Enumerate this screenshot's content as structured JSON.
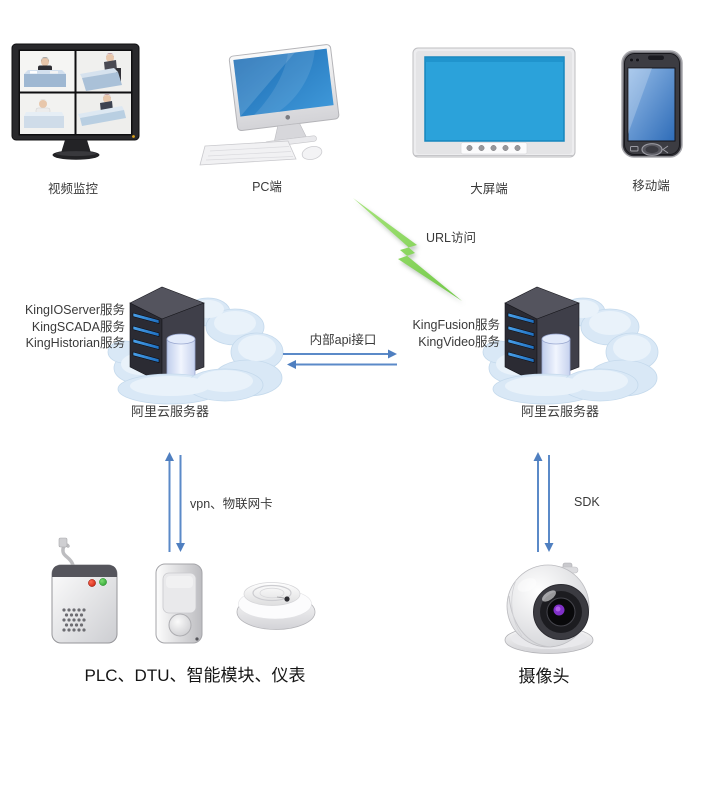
{
  "diagram": {
    "terminals": {
      "video_monitor": {
        "label": "视频监控"
      },
      "pc": {
        "label": "PC端"
      },
      "big_screen": {
        "label": "大屏端"
      },
      "mobile": {
        "label": "移动端"
      }
    },
    "links": {
      "url_access": {
        "label": "URL访问"
      },
      "internal_api": {
        "label": "内部api接口"
      },
      "vpn_iot": {
        "label": "vpn、物联网卡"
      },
      "sdk": {
        "label": "SDK"
      }
    },
    "servers": {
      "left": {
        "name": "阿里云服务器",
        "services": [
          "KingIOServer服务",
          "KingSCADA服务",
          "KingHistorian服务"
        ]
      },
      "right": {
        "name": "阿里云服务器",
        "services": [
          "KingFusion服务",
          "KingVideo服务"
        ]
      }
    },
    "endpoints": {
      "field_devices": {
        "label": "PLC、DTU、智能模块、仪表"
      },
      "camera": {
        "label": "摄像头"
      }
    },
    "colors": {
      "arrow_blue": "#5b8ac8",
      "lightning_green": "#8ed45e",
      "screen_blue": "#2ba2da",
      "server_led_blue": "#2f86d8",
      "cloud_fill": "#d9e8f6"
    }
  }
}
